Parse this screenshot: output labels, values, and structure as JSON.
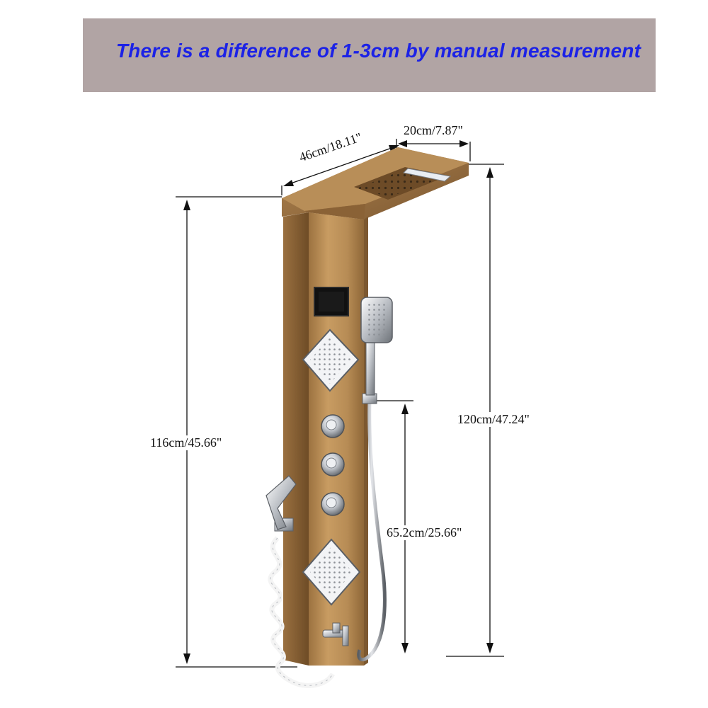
{
  "banner": {
    "text": "There is a difference of 1-3cm by manual measurement"
  },
  "dimensions": {
    "depth": "20cm/7.87\"",
    "width": "46cm/18.11\"",
    "panel_height": "116cm/45.66\"",
    "total_height": "120cm/47.24\"",
    "handshower_height": "65.2cm/25.66\""
  },
  "colors": {
    "banner_bg": "#b1a4a4",
    "banner_text": "#1c22e6",
    "panel_gold": "#b58a52",
    "chrome": "#d9dde2"
  }
}
